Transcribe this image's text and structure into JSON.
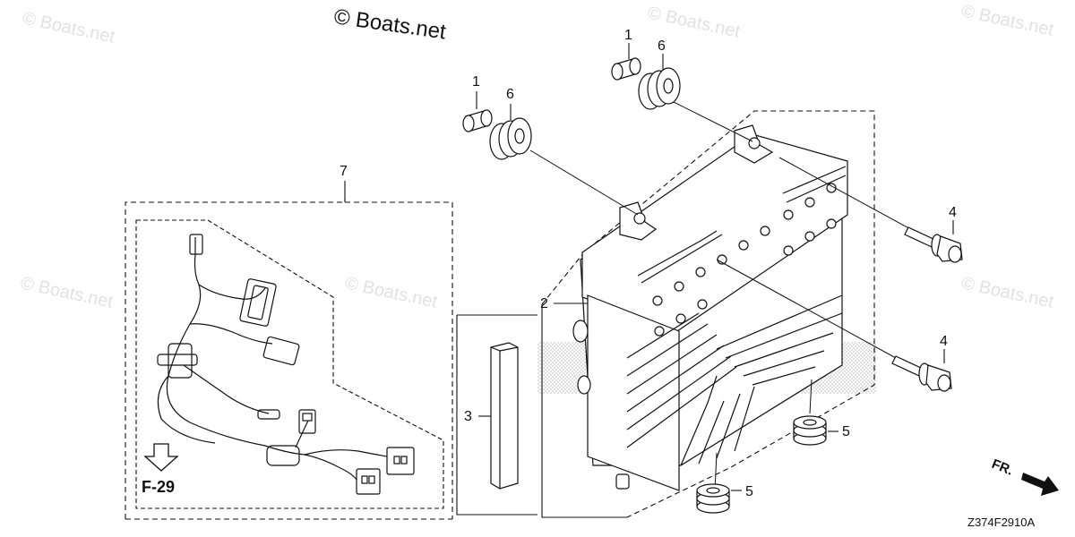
{
  "copyright": "© Boats.net",
  "watermark": "© Boats.net",
  "diagram_code": "Z374F2910A",
  "reference": "F-29",
  "direction": "FR.",
  "callouts": {
    "bushing_a": "1",
    "grommet_a": "6",
    "bushing_b": "1",
    "grommet_b": "6",
    "harness_kit": "7",
    "ecu": "2",
    "spacer": "3",
    "bolt_upper": "4",
    "bolt_lower": "4",
    "rubber_mount_upper": "5",
    "rubber_mount_lower": "5"
  },
  "colors": {
    "line": "#111111",
    "watermark": "#e2e2e2",
    "stipple": "#bdbdbd"
  }
}
